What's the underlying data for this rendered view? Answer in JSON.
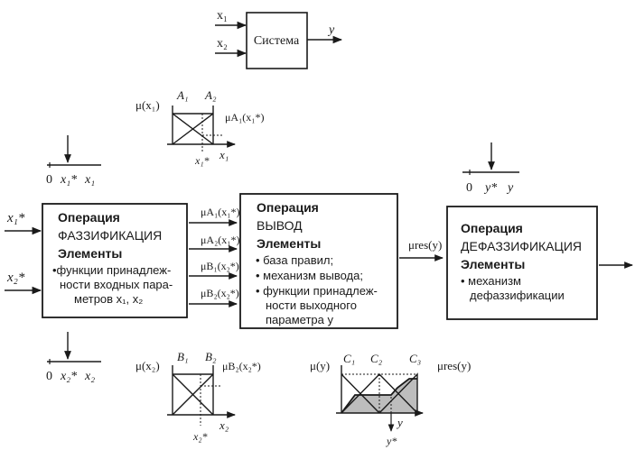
{
  "system": {
    "label": "Система",
    "input1": "x₁",
    "input2": "x₂",
    "output": "y"
  },
  "mf_x1": {
    "ylabel": "μ(x₁)",
    "term1": "A₁",
    "term2": "A₂",
    "value": "μA₁(x₁*)",
    "star": "x₁*",
    "axis": "x₁"
  },
  "axis_x1": {
    "zero": "0",
    "star": "x₁*",
    "var": "x₁"
  },
  "axis_x2": {
    "zero": "0",
    "star": "x₂*",
    "var": "x₂"
  },
  "axis_y": {
    "zero": "0",
    "star": "y*",
    "var": "y"
  },
  "left_inputs": {
    "in1": "x₁*",
    "in2": "x₂*"
  },
  "fuzz": {
    "op": "Операция",
    "name": "ФАЗЗИФИКАЦИЯ",
    "el": "Элементы",
    "items": [
      "•функции принадлеж-",
      "ности входных пара-",
      "метров x₁, x₂"
    ]
  },
  "arrows": [
    "μA₁(x₁*)",
    "μA₂(x₁*)",
    "μB₁(x₂*)",
    "μB₂(x₂*)"
  ],
  "infer": {
    "op": "Операция",
    "name": "ВЫВОД",
    "el": "Элементы",
    "items": [
      "• база правил;",
      "• механизм вывода;",
      "• функции принадлеж-",
      "ности выходного",
      "параметра y"
    ]
  },
  "res_label": "μres(y)",
  "defuzz": {
    "op": "Операция",
    "name": "ДЕФАЗЗИФИКАЦИЯ",
    "el": "Элементы",
    "items": [
      "• механизм",
      "дефаззификации"
    ]
  },
  "mf_x2": {
    "ylabel": "μ(x₂)",
    "term1": "B₁",
    "term2": "B₂",
    "value": "μB₂(x₂*)",
    "star": "x₂*",
    "axis": "x₂"
  },
  "mf_y": {
    "ylabel": "μ(y)",
    "c1": "C₁",
    "c2": "C₂",
    "c3": "C₃",
    "res": "μres(y)",
    "axis": "y",
    "star": "y*"
  }
}
